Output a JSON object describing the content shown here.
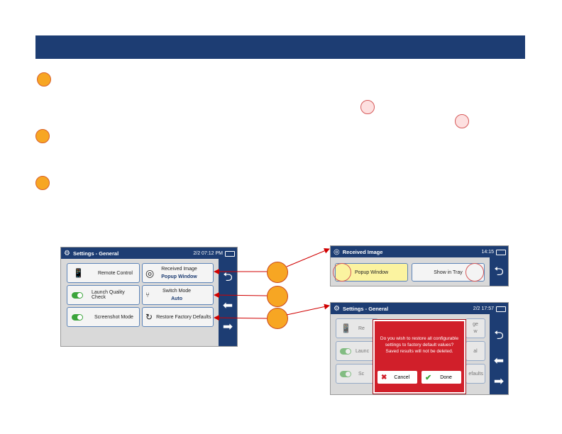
{
  "screen1": {
    "title": "Settings - General",
    "time": "2/2 07:12 PM",
    "tiles": {
      "remote_control": "Remote Control",
      "received_image": "Received Image",
      "received_image_value": "Popup Window",
      "launch_quality_check": "Launch Quality Check",
      "switch_mode": "Switch Mode",
      "switch_mode_value": "Auto",
      "screenshot_mode": "Screenshot Mode",
      "restore_factory_defaults": "Restore Factory Defaults"
    },
    "nav_icons": [
      "back-arrow-icon",
      "left-arrow-icon",
      "right-arrow-icon"
    ]
  },
  "screen2": {
    "title": "Received Image",
    "time": "14:15",
    "options": [
      "Popup Window",
      "Show in Tray"
    ],
    "selected": "Popup Window"
  },
  "screen3": {
    "title": "Settings - General",
    "time": "2/2 17:57",
    "partial_tiles": [
      "Re",
      "ge",
      "w",
      "Launc",
      "al",
      "Sc",
      "efaults"
    ],
    "dialog": {
      "message": "Do you wish to restore all configurable settings to factory default values? Saved results will not be deleted.",
      "cancel": "Cancel",
      "done": "Done"
    }
  },
  "colors": {
    "header_blue": "#1d3d73",
    "callout_orange": "#f7a623",
    "dialog_red": "#d11f2a",
    "selected_yellow": "#fbf3a0",
    "toggle_green": "#3ca53c"
  }
}
